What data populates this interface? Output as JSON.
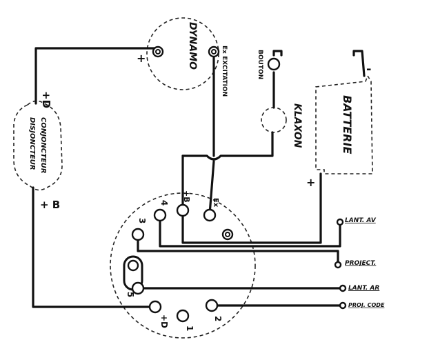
{
  "diagram": {
    "components": {
      "dynamo": "DYNAMO",
      "disjoncteur_line1": "CONJONCTEUR",
      "disjoncteur_line2": "DISJONCTEUR",
      "klaxon": "KLAXON",
      "batterie": "BATTERIE",
      "bouton": "BOUTON"
    },
    "dynamo_terminals": {
      "plus": "+",
      "excitation": "Ex EXCITATION"
    },
    "disjoncteur_terminals": {
      "d": "+D",
      "b": "+ B"
    },
    "battery_terminals": {
      "plus": "+",
      "minus": "-"
    },
    "switch_terminals": {
      "t4": "4",
      "t3": "3",
      "tb": "+B",
      "tex": "Ex",
      "t5": "5",
      "td": "+D",
      "t1": "1",
      "t2": "2"
    },
    "outputs": {
      "lant_av": "LANT. AV",
      "project": "PROJECT.",
      "lant_ar": "LANT. AR",
      "proj_code": "PROJ. CODE"
    }
  }
}
